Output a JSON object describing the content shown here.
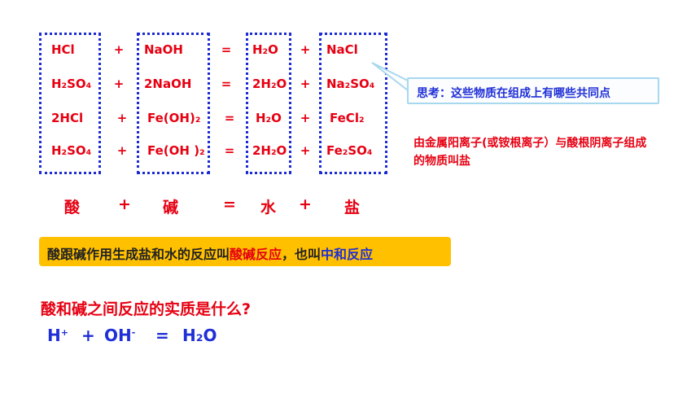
{
  "equations": [
    {
      "acid": "HCl",
      "plus1": "+",
      "base": "NaOH",
      "eq": "=",
      "water": "H₂O",
      "plus2": "+",
      "salt": "NaCl"
    },
    {
      "acid": "H₂SO₄",
      "plus1": "+",
      "base": "2NaOH",
      "eq": "=",
      "water": "2H₂O",
      "plus2": "+",
      "salt": "Na₂SO₄"
    },
    {
      "acid": "2HCl",
      "plus1": "+",
      "base": "Fe(OH)₂",
      "eq": "=",
      "water": "H₂O",
      "plus2": "+",
      "salt": "FeCl₂"
    },
    {
      "acid": "H₂SO₄",
      "plus1": "+",
      "base": "Fe(OH )₂",
      "eq": "=",
      "water": "2H₂O",
      "plus2": "+",
      "salt": "Fe₂SO₄"
    }
  ],
  "summary": {
    "acid": "酸",
    "plus1": "+",
    "base": "碱",
    "eq": "=",
    "water": "水",
    "plus2": "+",
    "salt": "盐"
  },
  "think_callout": "思考：这些物质在组成上有哪些共同点",
  "definition": "由金属阳离子(或铵根离子）与酸根阴离子组成的物质叫盐",
  "banner": {
    "part1": "酸跟碱作用生成盐和水的反应叫",
    "term1": "酸碱反应",
    "part2": "，也叫",
    "term2": "中和反应"
  },
  "question": "酸和碱之间反应的实质是什么?",
  "ionic_equation": {
    "h": "H",
    "h_charge": "+",
    "plus": "+",
    "oh": "OH",
    "oh_charge": "-",
    "eq": "=",
    "water": "H₂O"
  },
  "colors": {
    "red": "#e60012",
    "blue": "#1f2fd6",
    "banner": "#ffc000",
    "callout_border": "#a8d8ef"
  }
}
